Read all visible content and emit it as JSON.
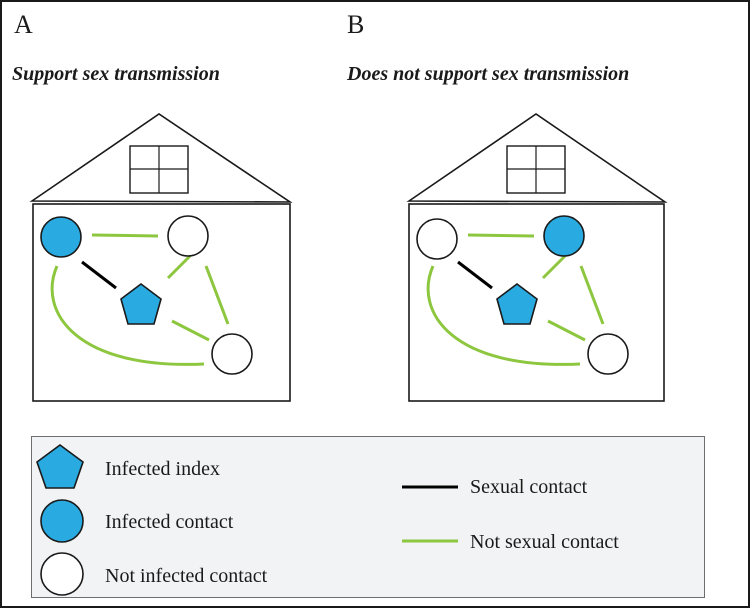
{
  "panels": [
    {
      "letter": "A",
      "title": "Support sex transmission",
      "infected_contact": "left"
    },
    {
      "letter": "B",
      "title": "Does not support sex transmission",
      "infected_contact": "right"
    }
  ],
  "legend": {
    "infected_index": "Infected index",
    "infected_contact": "Infected contact",
    "not_infected_contact": "Not infected contact",
    "sexual_contact": "Sexual contact",
    "not_sexual_contact": "Not sexual contact"
  },
  "colors": {
    "infected_fill": "#29aae1",
    "sexual_line": "#000000",
    "not_sexual_line": "#8dc63f",
    "outline": "#1a1a1a",
    "legend_background": "#f2f3f4"
  }
}
